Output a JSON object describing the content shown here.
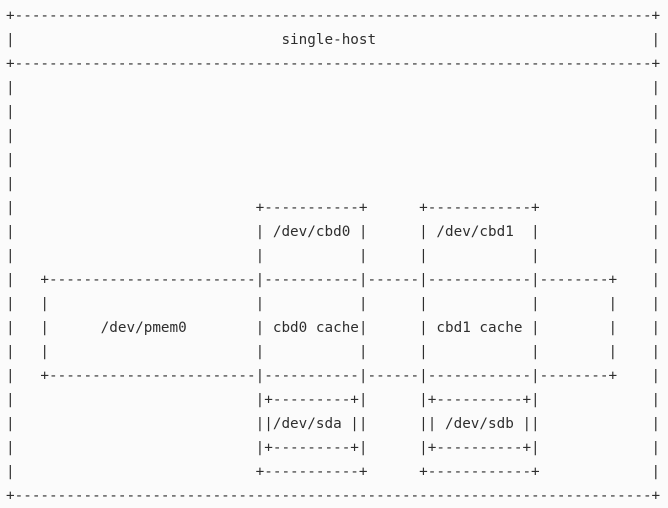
{
  "diagram": {
    "lines": [
      "+--------------------------------------------------------------------------+",
      "|                               single-host                                |",
      "+--------------------------------------------------------------------------+",
      "|                                                                          |",
      "|                                                                          |",
      "|                                                                          |",
      "|                                                                          |",
      "|                                                                          |",
      "|                            +-----------+      +------------+             |",
      "|                            | /dev/cbd0 |      | /dev/cbd1  |             |",
      "|                            |           |      |            |             |",
      "|   +------------------------|-----------|------|------------|--------+    |",
      "|   |                        |           |      |            |        |    |",
      "|   |      /dev/pmem0        | cbd0 cache|      | cbd1 cache |        |    |",
      "|   |                        |           |      |            |        |    |",
      "|   +------------------------|-----------|------|------------|--------+    |",
      "|                            |+---------+|      |+----------+|             |",
      "|                            ||/dev/sda ||      || /dev/sdb ||             |",
      "|                            |+---------+|      |+----------+|             |",
      "|                            +-----------+      +------------+             |",
      "+--------------------------------------------------------------------------+"
    ]
  }
}
